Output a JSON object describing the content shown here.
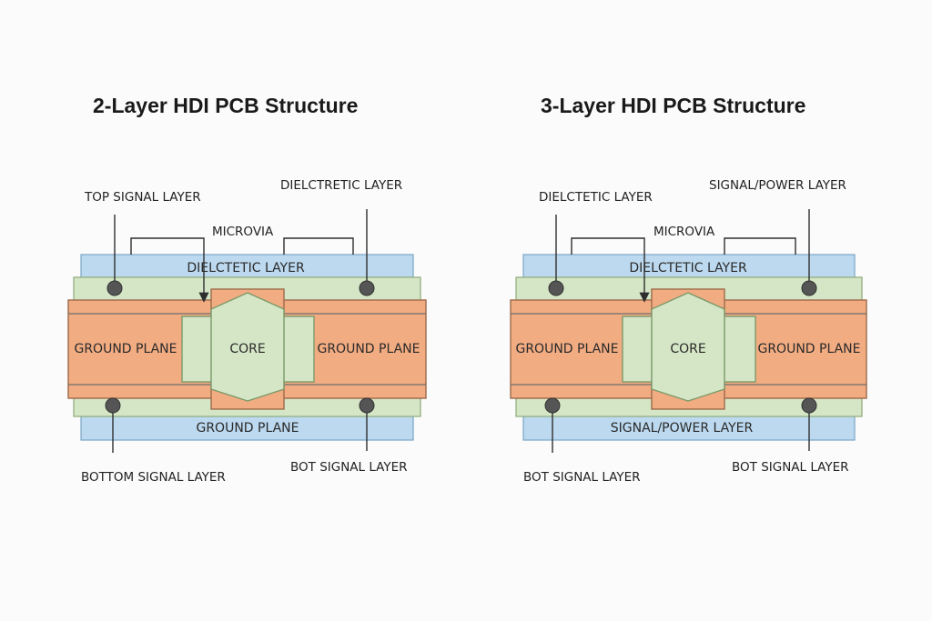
{
  "colors": {
    "dielectric": "#bcd9ef",
    "inner": "#d5e6c6",
    "copper": "#f2ac82",
    "core": "#d5e6c6",
    "via_dot": "#555555"
  },
  "diagrams": [
    {
      "title": "2-Layer HDI PCB Structure",
      "top_left_label": "TOP SIGNAL LAYER",
      "top_right_label": "DIELCTRETIC LAYER",
      "microvia_label": "MICROVIA",
      "top_band_label": "DIELCTETIC LAYER",
      "left_plane_label": "GROUND PLANE",
      "core_label": "CORE",
      "right_plane_label": "GROUND PLANE",
      "bottom_band_label": "GROUND PLANE",
      "bottom_left_label": "BOTTOM SIGNAL LAYER",
      "bottom_right_label": "BOT SIGNAL LAYER"
    },
    {
      "title": "3-Layer HDI PCB Structure",
      "top_left_label": "DIELCTETIC LAYER",
      "top_right_label": "SIGNAL/POWER LAYER",
      "microvia_label": "MICROVIA",
      "top_band_label": "DIELCTETIC LAYER",
      "left_plane_label": "GROUND PLANE",
      "core_label": "CORE",
      "right_plane_label": "GROUND PLANE",
      "bottom_band_label": "SIGNAL/POWER LAYER",
      "bottom_left_label": "BOT SIGNAL LAYER",
      "bottom_right_label": "BOT SIGNAL LAYER"
    }
  ]
}
